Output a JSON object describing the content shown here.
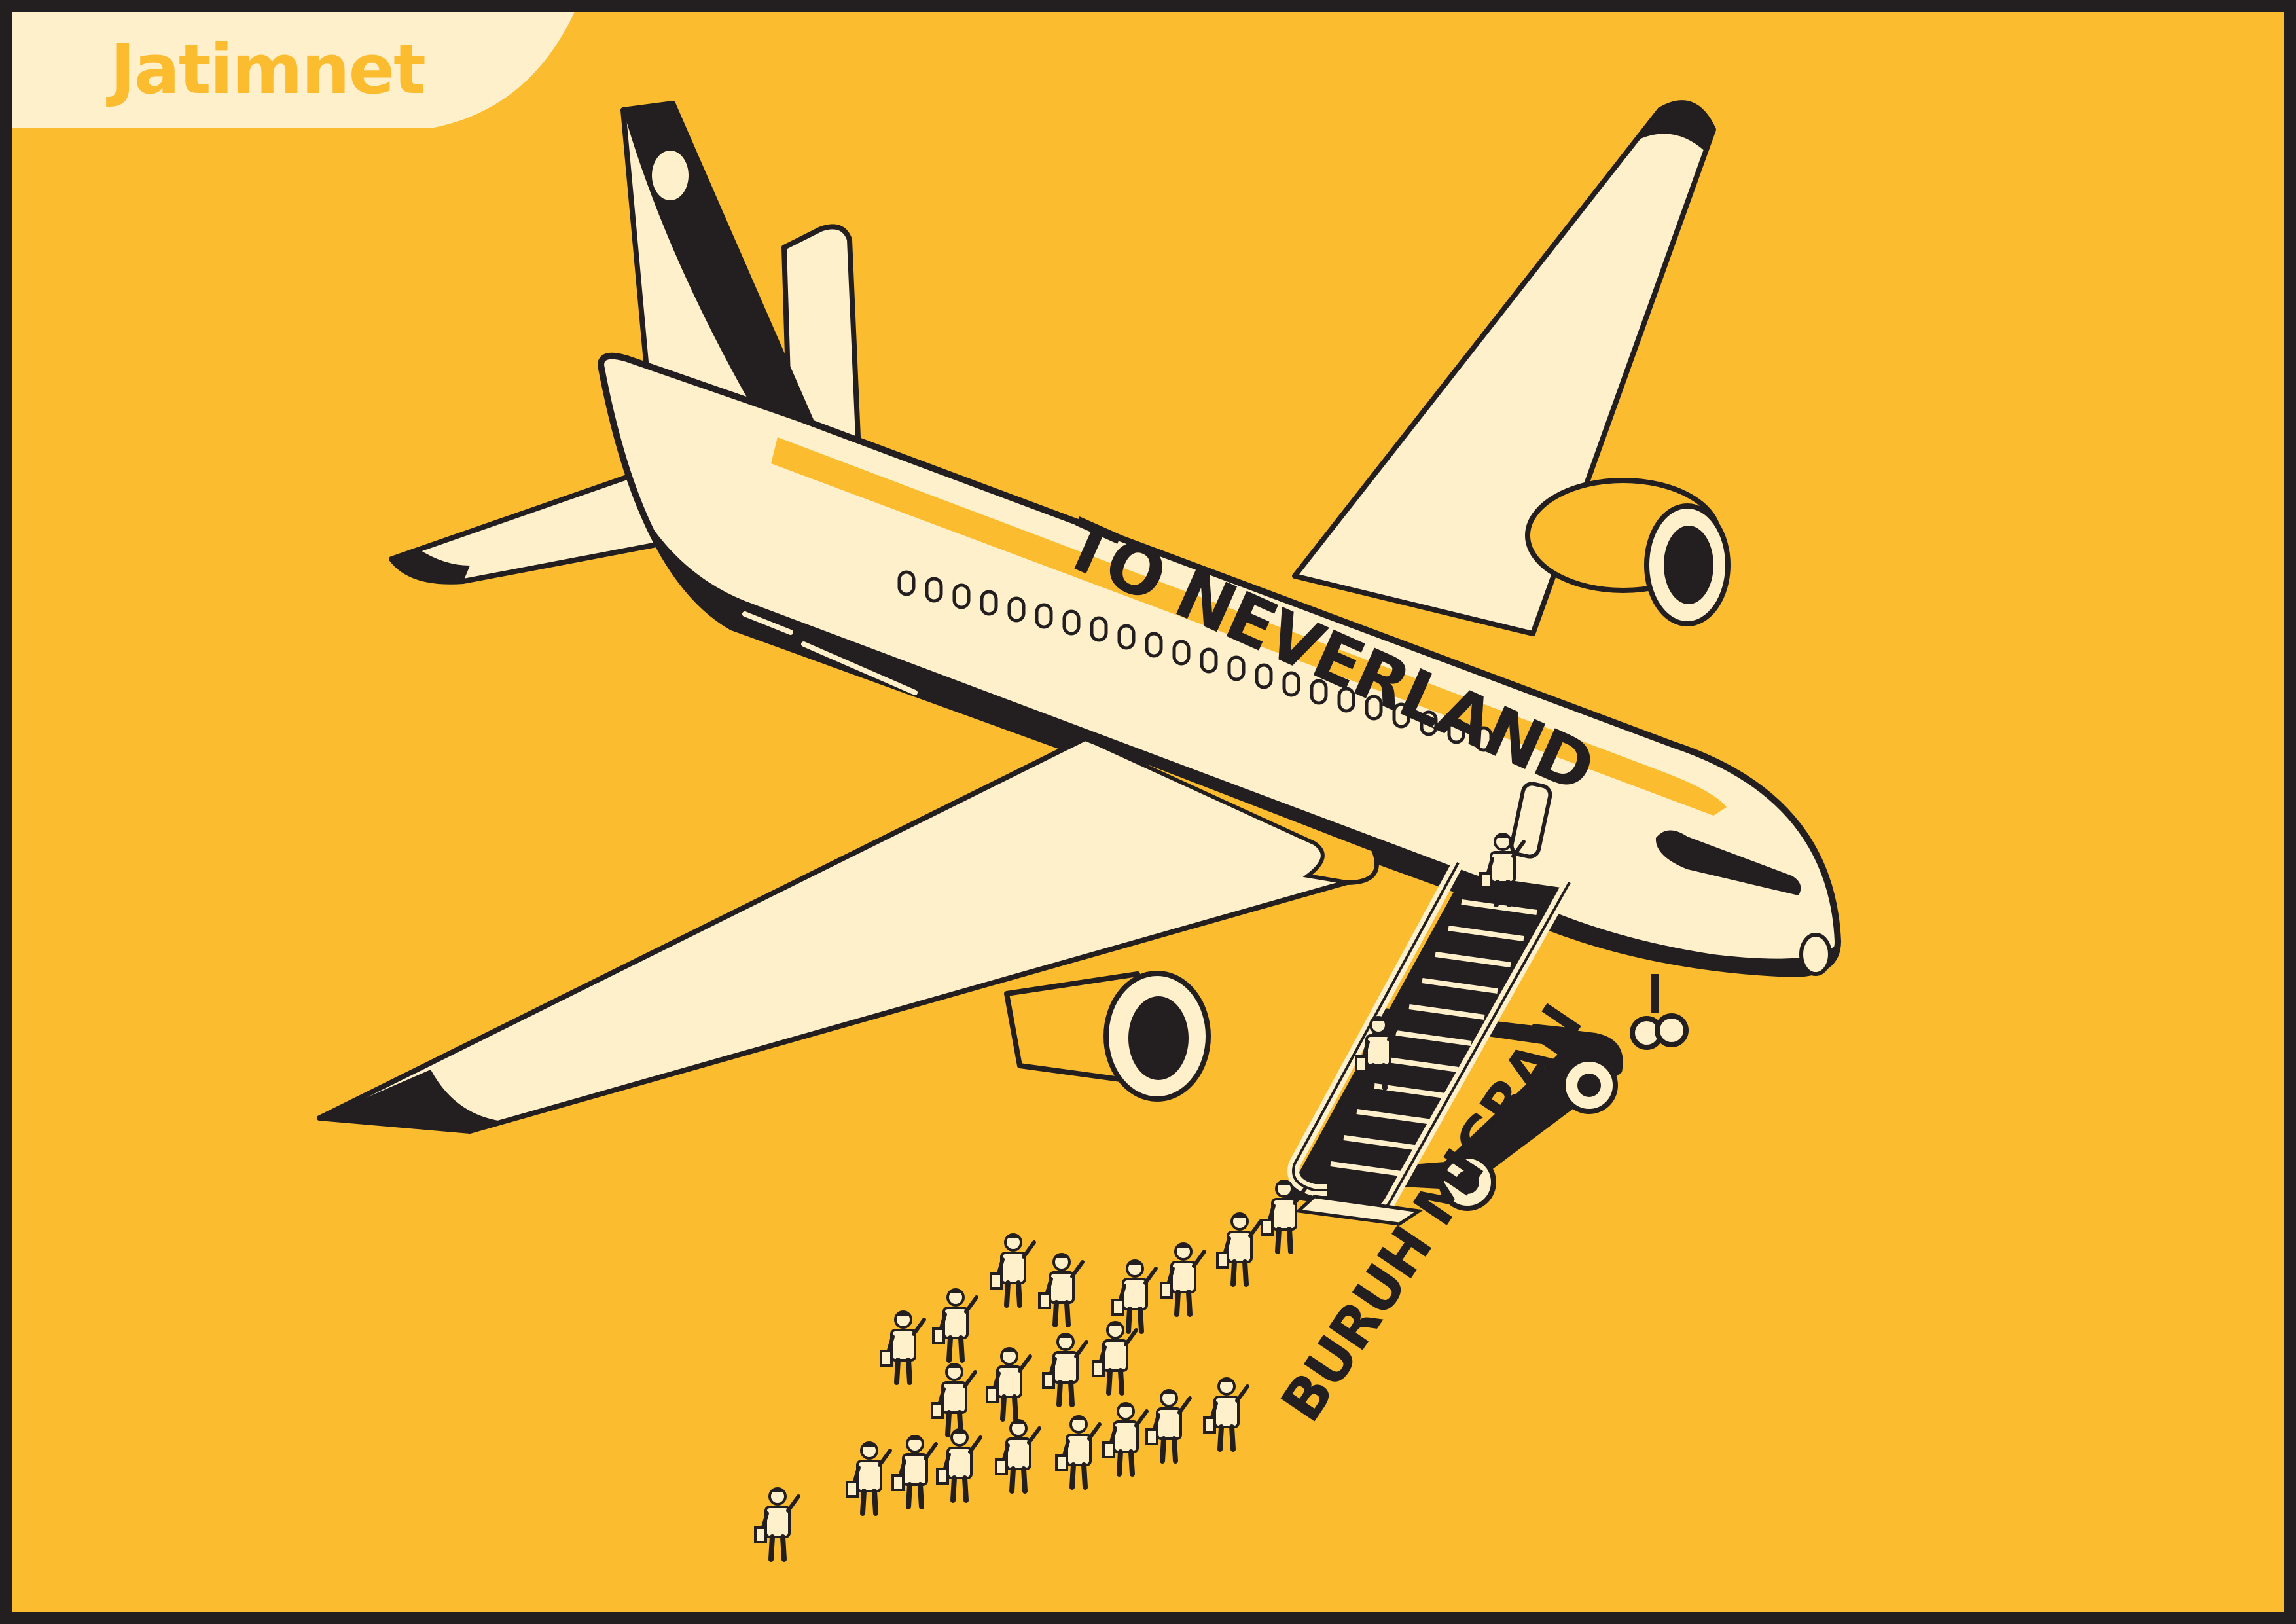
{
  "brand": {
    "logo_text": "Jatimnet"
  },
  "poster": {
    "fuselage_text": "TO NEVERLAND",
    "ground_text": "BURUH MIGRAN"
  },
  "colors": {
    "background": "#fcbc30",
    "cream": "#fff0cc",
    "ink": "#231f20",
    "border": "#231f20"
  }
}
